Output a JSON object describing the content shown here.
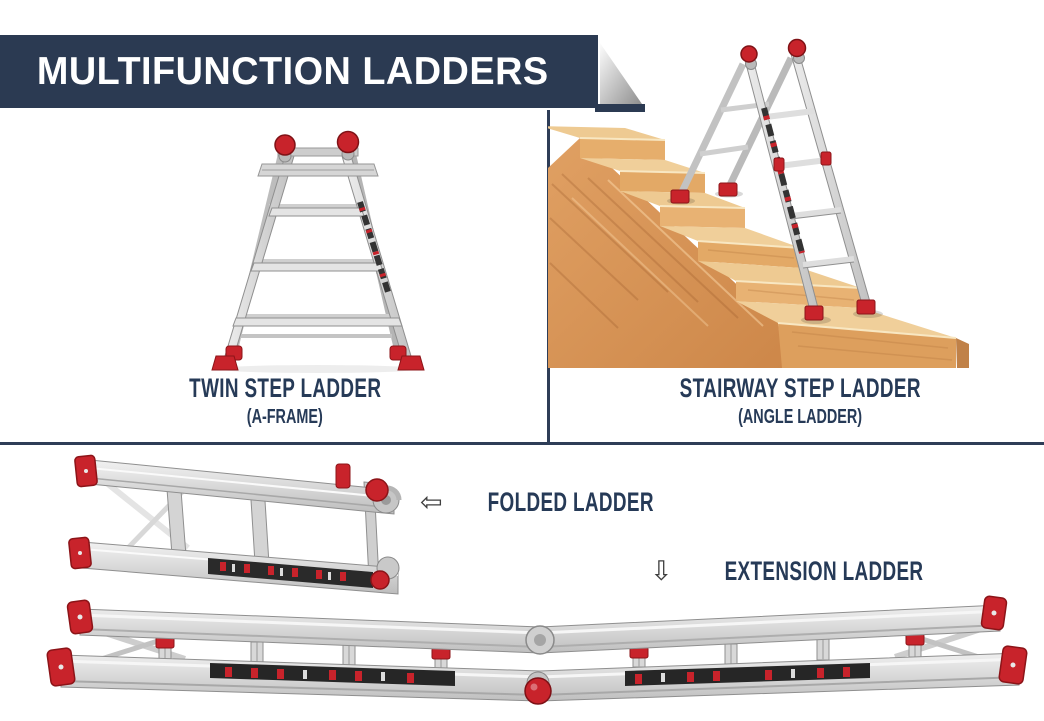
{
  "title_banner": {
    "title": "MULTIFUNCTION LADDERS"
  },
  "quadrants": {
    "twin": {
      "title": "TWIN STEP LADDER",
      "subtitle": "(A-FRAME)"
    },
    "stairway": {
      "title": "STAIRWAY STEP LADDER",
      "subtitle": "(ANGLE LADDER)"
    }
  },
  "bottom_section": {
    "folded": {
      "arrow_icon": "⇦",
      "label": "FOLDED LADDER"
    },
    "extension": {
      "arrow_icon": "⇩",
      "label": "EXTENSION LADDER"
    }
  },
  "colors": {
    "banner_navy": "#2b3a52",
    "divider_navy": "#2e3d57",
    "text_navy": "#263a57",
    "ladder_red": "#c8232b",
    "aluminum": "#d6d6d6",
    "wood_side": "#d6935a",
    "wood_step_top": "#eeca92",
    "wood_step_riser": "#e6ae6c",
    "fold_gray": "#9a9a9a",
    "background": "#ffffff"
  }
}
